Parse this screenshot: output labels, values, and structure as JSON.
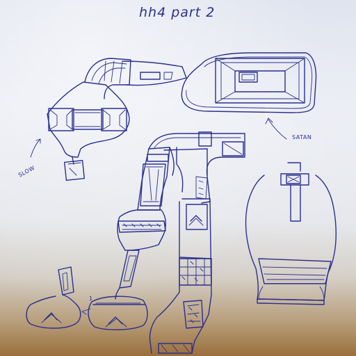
{
  "sketch": {
    "title": "hh4 part 2",
    "labels": {
      "slow": "SLOW",
      "satan": "SATAN",
      "marker_1": "1"
    },
    "ink_color": "#2a2f8f",
    "paper_color": "#e6e9f1"
  }
}
